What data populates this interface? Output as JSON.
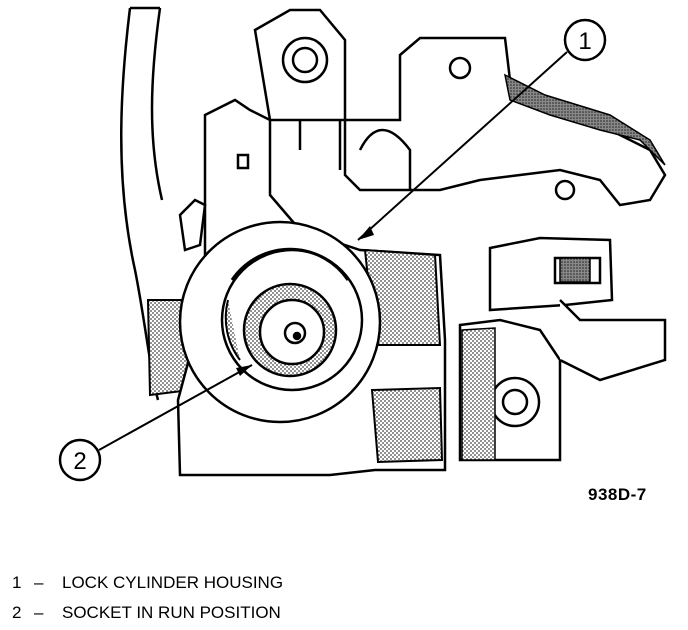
{
  "figure_id": "938D-7",
  "callouts": [
    {
      "number": "1",
      "label": "LOCK CYLINDER HOUSING"
    },
    {
      "number": "2",
      "label": "SOCKET IN RUN POSITION"
    }
  ],
  "legend_separator": "–"
}
